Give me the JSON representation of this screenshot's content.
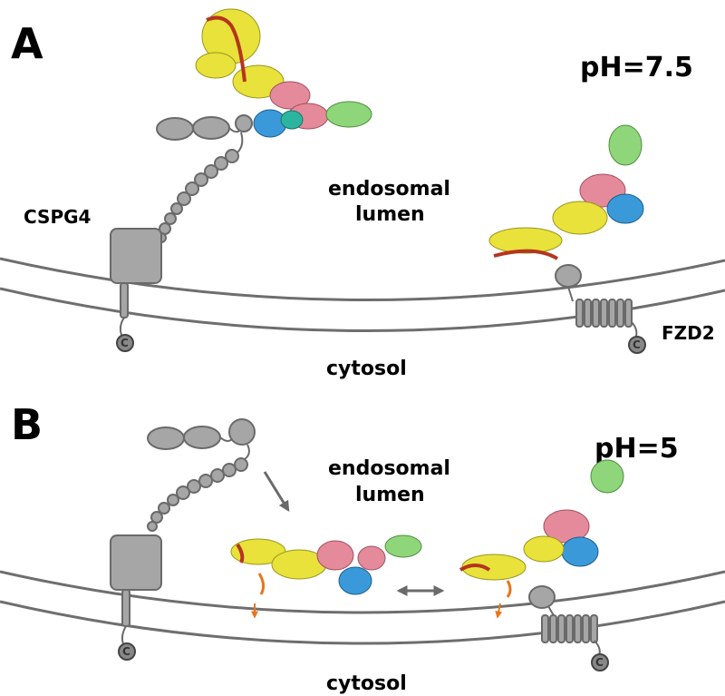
{
  "panels": [
    {
      "letter": "A",
      "ph_label": "pH=7.5",
      "lumen_label_line1": "endosomal",
      "lumen_label_line2": "lumen",
      "cytosol_label": "cytosol",
      "receptor_left": "CSPG4",
      "receptor_right": "FZD2"
    },
    {
      "letter": "B",
      "ph_label": "pH=5",
      "lumen_label_line1": "endosomal",
      "lumen_label_line2": "lumen",
      "cytosol_label": "cytosol"
    }
  ],
  "cytoplasmic_marker": "C",
  "colors": {
    "domain_yellow": "#e8e23a",
    "domain_pink": "#e58a9a",
    "domain_blue": "#3a9ad9",
    "domain_green": "#8fd67a",
    "helix_red": "#b5351e",
    "pH_arrow_orange": "#e8751a",
    "membrane_grey": "#6e6e6e",
    "receptor_grey": "#a6a6a6"
  }
}
